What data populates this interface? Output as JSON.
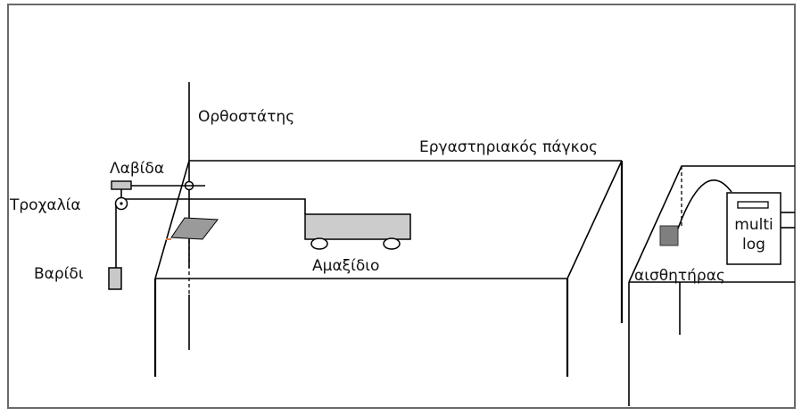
{
  "labels": {
    "stand": "Ορθοστάτης",
    "bench": "Εργαστηριακός πάγκος",
    "clamp": "Λαβίδα",
    "pulley": "Τροχαλία",
    "weight": "Βαρίδι",
    "cart": "Αμαξίδιο",
    "sensor": "αισθητήρας",
    "logger_line1": "multi",
    "logger_line2": "log"
  },
  "colors": {
    "line": "#000000",
    "frame": "#6a6a6a",
    "cart_fill": "#cccccc",
    "weight_fill": "#c8c8c8",
    "sensor_fill": "#7f7f7f",
    "plate_fill": "#9a9a9a",
    "accent": "#e08050"
  }
}
